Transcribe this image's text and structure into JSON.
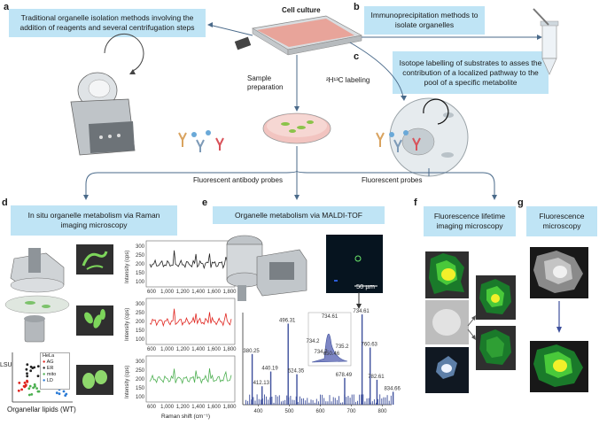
{
  "panels": {
    "a": "a",
    "b": "b",
    "c": "c",
    "d": "d",
    "e": "e",
    "f": "f",
    "g": "g"
  },
  "top": {
    "box_a": "Traditional organelle isolation methods involving the addition of reagents and several centrifugation steps",
    "box_b": "Immunoprecipitation methods to isolate organelles",
    "box_c": "Isotope labelling of substrates to asses the contribution of a localized pathway to the pool of a specific metabolite",
    "cell_culture": "Cell culture",
    "sample_prep": "Sample preparation",
    "labeling": "²H¹³C labeling",
    "fluor_antibody": "Fluorescent antibody probes",
    "fluor_probes": "Fluorescent probes"
  },
  "d": {
    "title": "In situ organelle metabolism via Raman imaging microscopy",
    "ylabel": "Intensity (cps)",
    "xlabel": "Raman shift (cm⁻¹)",
    "yticks": [
      "300",
      "250",
      "200",
      "150",
      "100"
    ],
    "xticks": [
      "600",
      "1,000",
      "1,200",
      "1,400",
      "1,600",
      "1,800"
    ],
    "lsu": "LSU",
    "organellar": "Organellar lipids (WT)",
    "legend_title": "HeLa",
    "legend": [
      {
        "label": "AG",
        "color": "#e0251f"
      },
      {
        "label": "ER",
        "color": "#222222"
      },
      {
        "label": "mito",
        "color": "#4caf50"
      },
      {
        "label": "LD",
        "color": "#2b7bd6"
      }
    ],
    "spectra_colors": [
      "#222222",
      "#e0251f",
      "#4caf50"
    ]
  },
  "e": {
    "title": "Organelle metabolism via MALDI-TOF",
    "scale": "50 µm",
    "peaks": [
      "380.25",
      "412.13",
      "440.19",
      "496.31",
      "524.35",
      "678.49",
      "734.61",
      "760.63",
      "782.61",
      "834.66"
    ],
    "inset_peaks": [
      "734.61",
      "734.7",
      "650.46",
      "735.2",
      "734.2"
    ],
    "xticks": [
      "400",
      "500",
      "600",
      "700",
      "800"
    ],
    "bar_color": "#3d4f9c"
  },
  "f": {
    "title": "Fluorescence lifetime imaging microscopy"
  },
  "g": {
    "title": "Fluorescence microscopy"
  }
}
